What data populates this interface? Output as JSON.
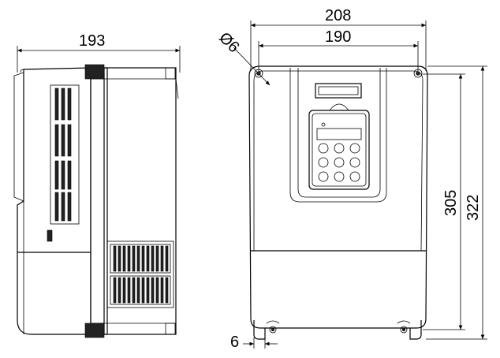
{
  "dimensions": {
    "side_width": "193",
    "front_outer_width": "208",
    "front_inner_width": "190",
    "hole_diameter": "Ø6",
    "mount_height": "305",
    "total_height": "322",
    "foot_width": "6"
  }
}
